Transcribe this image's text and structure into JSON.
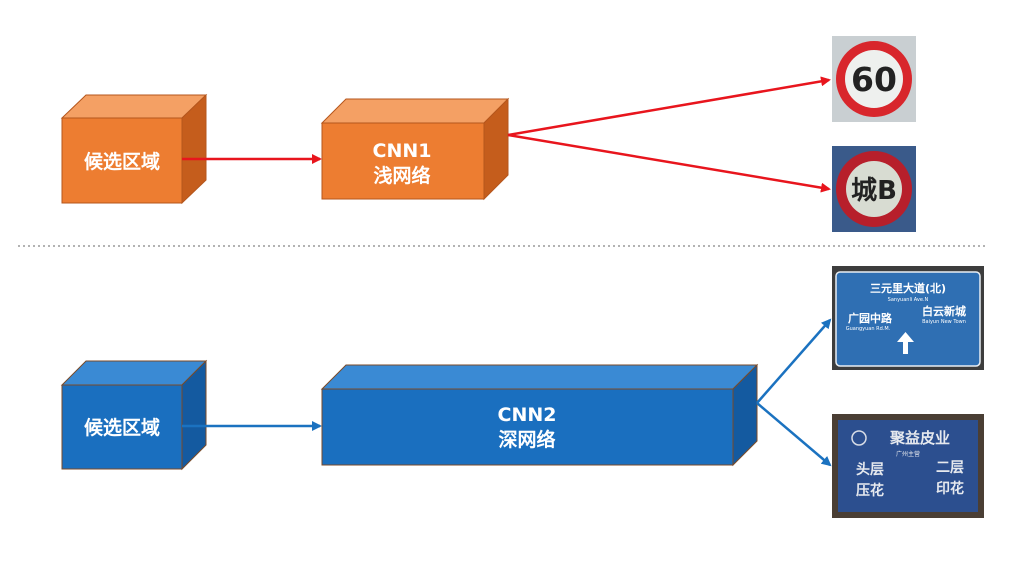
{
  "top": {
    "input_box": {
      "label": "候选区域"
    },
    "network_box": {
      "title": "CNN1",
      "subtitle": "浅网络"
    },
    "outputs": [
      {
        "kind": "speed-limit-sign",
        "text": "60"
      },
      {
        "kind": "city-b-sign",
        "text": "城B"
      }
    ],
    "colors": {
      "box_front": "#ed7d31",
      "box_top": "#f4a064",
      "box_side": "#c55d1c",
      "arrow": "#e8151d"
    }
  },
  "bottom": {
    "input_box": {
      "label": "候选区域"
    },
    "network_box": {
      "title": "CNN2",
      "subtitle": "深网络"
    },
    "outputs": [
      {
        "kind": "road-direction-sign",
        "line1": "三元里大道(北)",
        "line1_en": "Sanyuanli Ave.N",
        "left_cn": "广园中路",
        "left_en": "Guangyuan Rd.M.",
        "right_cn": "白云新城",
        "right_en": "Baiyun New Town"
      },
      {
        "kind": "shop-sign",
        "title": "聚益皮业",
        "sub": "广州主营",
        "row1_left": "头层",
        "row1_right": "二层",
        "row2_left": "压花",
        "row2_right": "印花"
      }
    ],
    "colors": {
      "box_front": "#1a6fbf",
      "box_top": "#3a8ad4",
      "box_side": "#145aa0",
      "arrow": "#1b72c0"
    }
  },
  "divider": {
    "style": "dotted",
    "color": "#9a9a9a"
  }
}
